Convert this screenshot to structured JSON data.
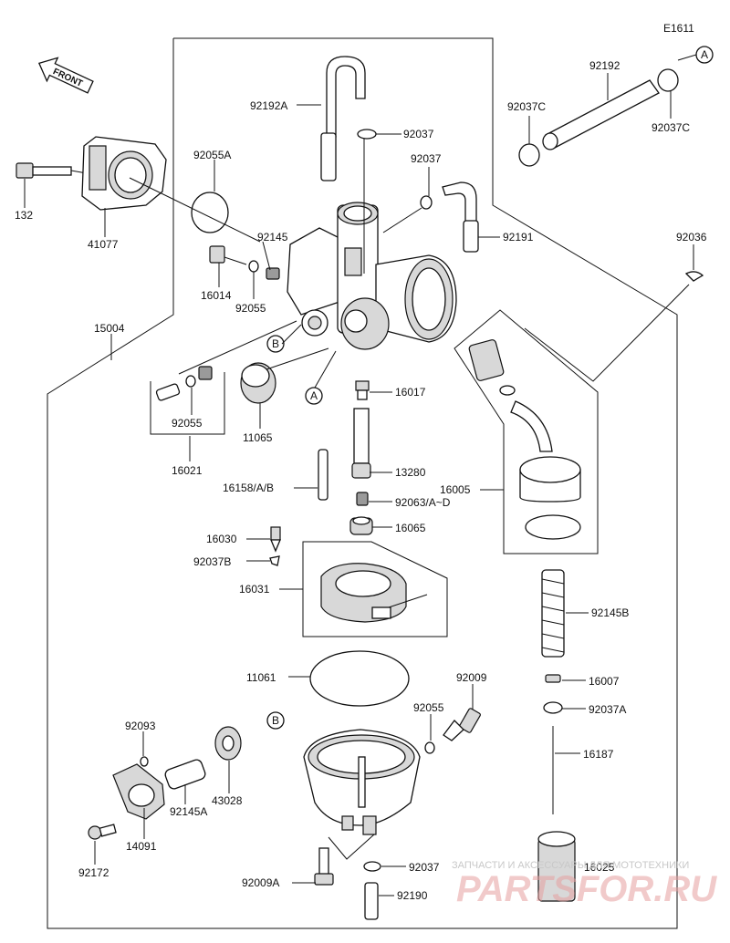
{
  "diagram_code": "E1611",
  "front_label": "FRONT",
  "callouts": {
    "A": "A",
    "B": "B"
  },
  "parts": {
    "p132": "132",
    "p41077": "41077",
    "p92055A": "92055A",
    "p92145": "92145",
    "p16014": "16014",
    "p92055_top": "92055",
    "p15004": "15004",
    "p92192A": "92192A",
    "p92037_a": "92037",
    "p92037_b": "92037",
    "p92191": "92191",
    "p92192": "92192",
    "p92037C_left": "92037C",
    "p92037C_right": "92037C",
    "p92036": "92036",
    "p92055_mid": "92055",
    "p16021": "16021",
    "p11065": "11065",
    "p16017": "16017",
    "p13280": "13280",
    "p16158": "16158/A/B",
    "p92063": "92063/A~D",
    "p16065": "16065",
    "p16005": "16005",
    "p16030": "16030",
    "p92037B": "92037B",
    "p16031": "16031",
    "p92145B": "92145B",
    "p11061": "11061",
    "p92009": "92009",
    "p16007": "16007",
    "p92037A": "92037A",
    "p92055_low": "92055",
    "p92093": "92093",
    "p43028": "43028",
    "p16187": "16187",
    "p92145A": "92145A",
    "p14091": "14091",
    "p92172": "92172",
    "p92037_low": "92037",
    "p16025": "16025",
    "p92009A": "92009A",
    "p92190": "92190"
  },
  "watermark": {
    "line1": "ЗАПЧАСТИ И АКСЕССУАРЫ ДЛЯ МОТОТЕХНИКИ",
    "line2": "PARTSFOR.RU"
  }
}
